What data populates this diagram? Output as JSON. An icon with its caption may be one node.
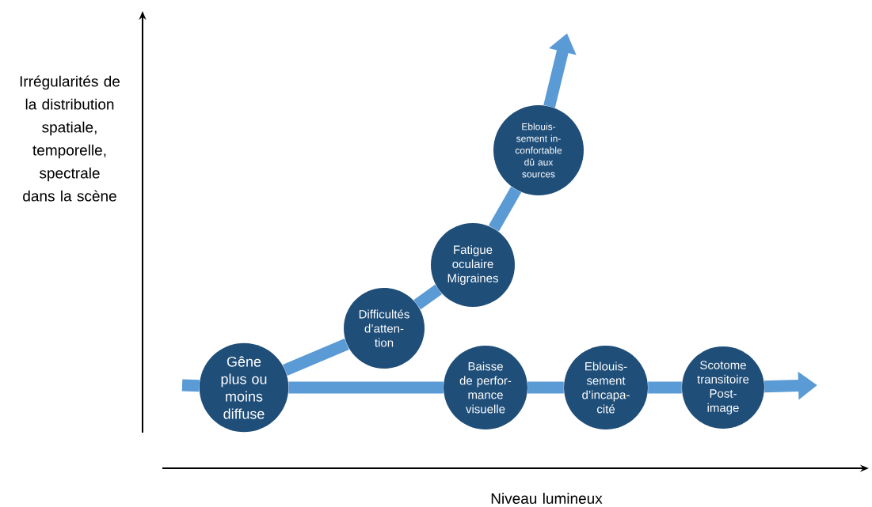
{
  "diagram": {
    "nodes": [
      {
        "text": [
          "Gêne plus ou moins diffuse"
        ]
      },
      {
        "text": [
          "Difficultés d’atten- tion"
        ]
      },
      {
        "text": [
          "Fatigue oculaire Migraines"
        ]
      },
      {
        "text": [
          "Eblouis- sement in- confortable dû aux sources"
        ]
      },
      {
        "text": [
          "Baisse de perfor- mance visuelle"
        ]
      },
      {
        "text": [
          "Eblouis- sement d’incapa- cité"
        ]
      },
      {
        "text": [
          "Scotome transitoire Post- image"
        ]
      }
    ],
    "edges": [
      {
        "from": null,
        "to": 0,
        "arrow": "none"
      },
      {
        "from": 0,
        "to": 1,
        "arrow": "none"
      },
      {
        "from": 1,
        "to": 2,
        "arrow": "none"
      },
      {
        "from": 2,
        "to": 3,
        "arrow": "none"
      },
      {
        "from": 3,
        "to": null,
        "arrow": "to"
      },
      {
        "from": 0,
        "to": 4,
        "arrow": "none"
      },
      {
        "from": 4,
        "to": 5,
        "arrow": "none"
      },
      {
        "from": 5,
        "to": 6,
        "arrow": "none"
      },
      {
        "from": 6,
        "to": null,
        "arrow": "to"
      }
    ],
    "labels": [
      "Irrégularités de la distribution spatiale, temporelle, spectrale dans la scène",
      "Niveau lumineux"
    ]
  }
}
